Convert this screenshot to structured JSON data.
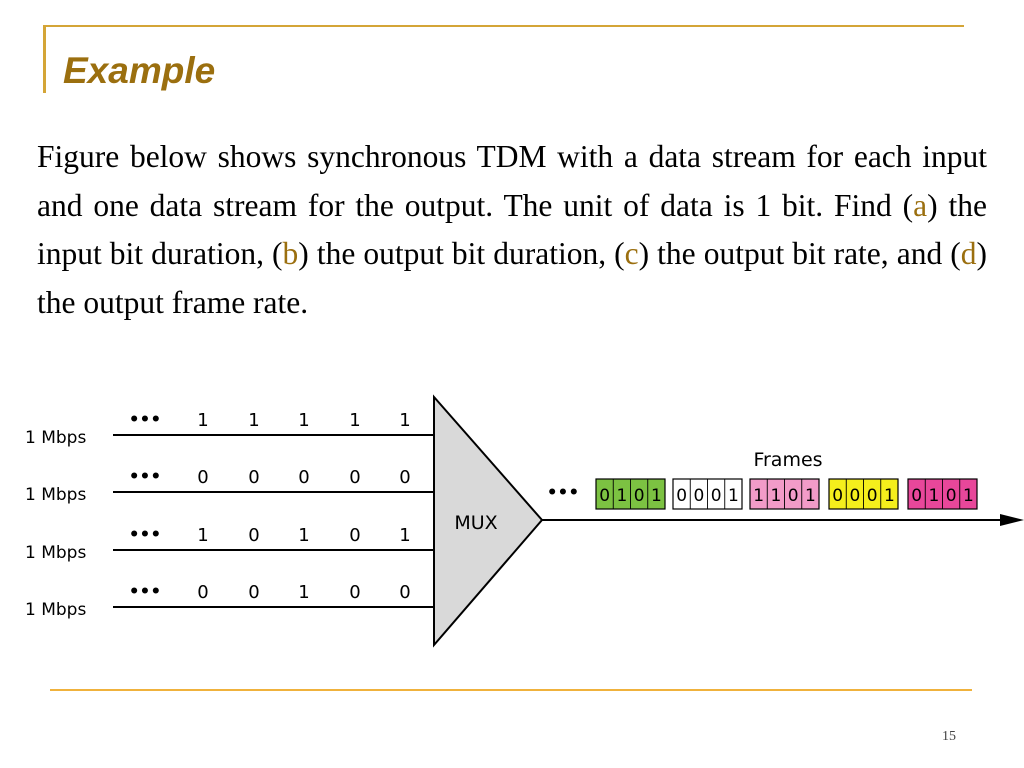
{
  "slide": {
    "title": "Example",
    "body_parts": [
      "Figure below shows synchronous TDM with a data stream for each input and one data stream for the output. The unit of data is 1 bit. Find (",
      "a",
      ") the input bit duration, (",
      "b",
      ") the output bit duration, (",
      "c",
      ") the output bit rate, and (",
      "d",
      ") the output frame rate."
    ],
    "page_number": "15"
  },
  "diagram": {
    "inputs": [
      {
        "rate": "1 Mbps",
        "ellipsis": "•••",
        "bits": [
          "1",
          "1",
          "1",
          "1",
          "1"
        ]
      },
      {
        "rate": "1 Mbps",
        "ellipsis": "•••",
        "bits": [
          "0",
          "0",
          "0",
          "0",
          "0"
        ]
      },
      {
        "rate": "1 Mbps",
        "ellipsis": "•••",
        "bits": [
          "1",
          "0",
          "1",
          "0",
          "1"
        ]
      },
      {
        "rate": "1 Mbps",
        "ellipsis": "•••",
        "bits": [
          "0",
          "0",
          "1",
          "0",
          "0"
        ]
      }
    ],
    "mux_label": "MUX",
    "frames_label": "Frames",
    "output_ellipsis": "•••",
    "frames": [
      {
        "bits": [
          "0",
          "1",
          "0",
          "1"
        ],
        "color": "#7cc242"
      },
      {
        "bits": [
          "0",
          "0",
          "0",
          "1"
        ],
        "color": "#ffffff"
      },
      {
        "bits": [
          "1",
          "1",
          "0",
          "1"
        ],
        "color": "#f29bc8"
      },
      {
        "bits": [
          "0",
          "0",
          "0",
          "1"
        ],
        "color": "#f5ef1c"
      },
      {
        "bits": [
          "0",
          "1",
          "0",
          "1"
        ],
        "color": "#e8479a"
      }
    ],
    "colors": {
      "mux_fill": "#d9d9d9",
      "line": "#000000"
    }
  }
}
